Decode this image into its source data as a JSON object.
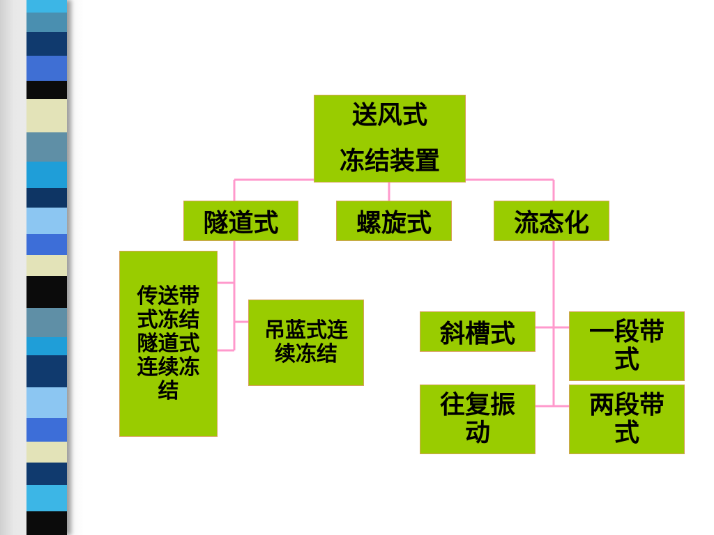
{
  "colors": {
    "node_fill": "#99cc00",
    "node_border": "#d6a15a",
    "connector": "#ff99cc",
    "text": "#000000"
  },
  "diagram": {
    "root": {
      "line1": "送风式",
      "line2": "冻结装置"
    },
    "level1": {
      "tunnel": "隧道式",
      "spiral": "螺旋式",
      "fluidized": "流态化"
    },
    "tunnel_children": {
      "conveyor": "传送带式冻结隧道式连续冻结",
      "hanging_basket": "吊蓝式连续冻结"
    },
    "fluidized_children": {
      "inclined_trough": "斜槽式",
      "reciprocating_vibration": "往复振动",
      "one_stage_belt": "一段带式",
      "two_stage_belt": "两段带式"
    }
  }
}
